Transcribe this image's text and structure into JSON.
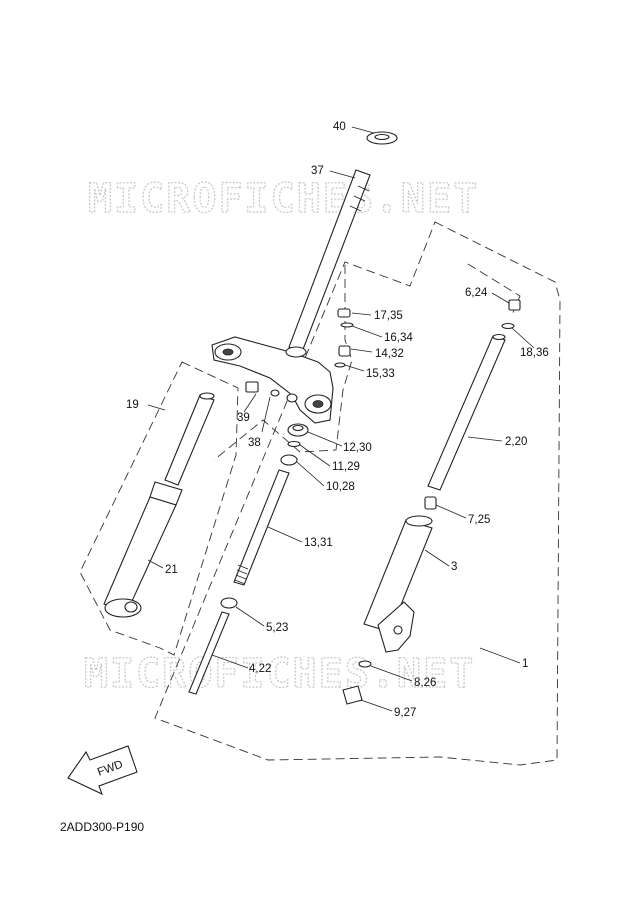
{
  "watermark": "MICROFICHES.NET",
  "reference_code": "2ADD300-P190",
  "fwd_label": "FWD",
  "callouts": {
    "c40": "40",
    "c37": "37",
    "c6_24": "6,24",
    "c17_35": "17,35",
    "c16_34": "16,34",
    "c18_36": "18,36",
    "c14_32": "14,32",
    "c15_33": "15,33",
    "c19": "19",
    "c39": "39",
    "c38": "38",
    "c12_30": "12,30",
    "c2_20": "2,20",
    "c11_29": "11,29",
    "c10_28": "10,28",
    "c7_25": "7,25",
    "c13_31": "13,31",
    "c21": "21",
    "c3": "3",
    "c5_23": "5,23",
    "c1": "1",
    "c4_22": "4,22",
    "c8_26": "8,26",
    "c9_27": "9,27"
  }
}
